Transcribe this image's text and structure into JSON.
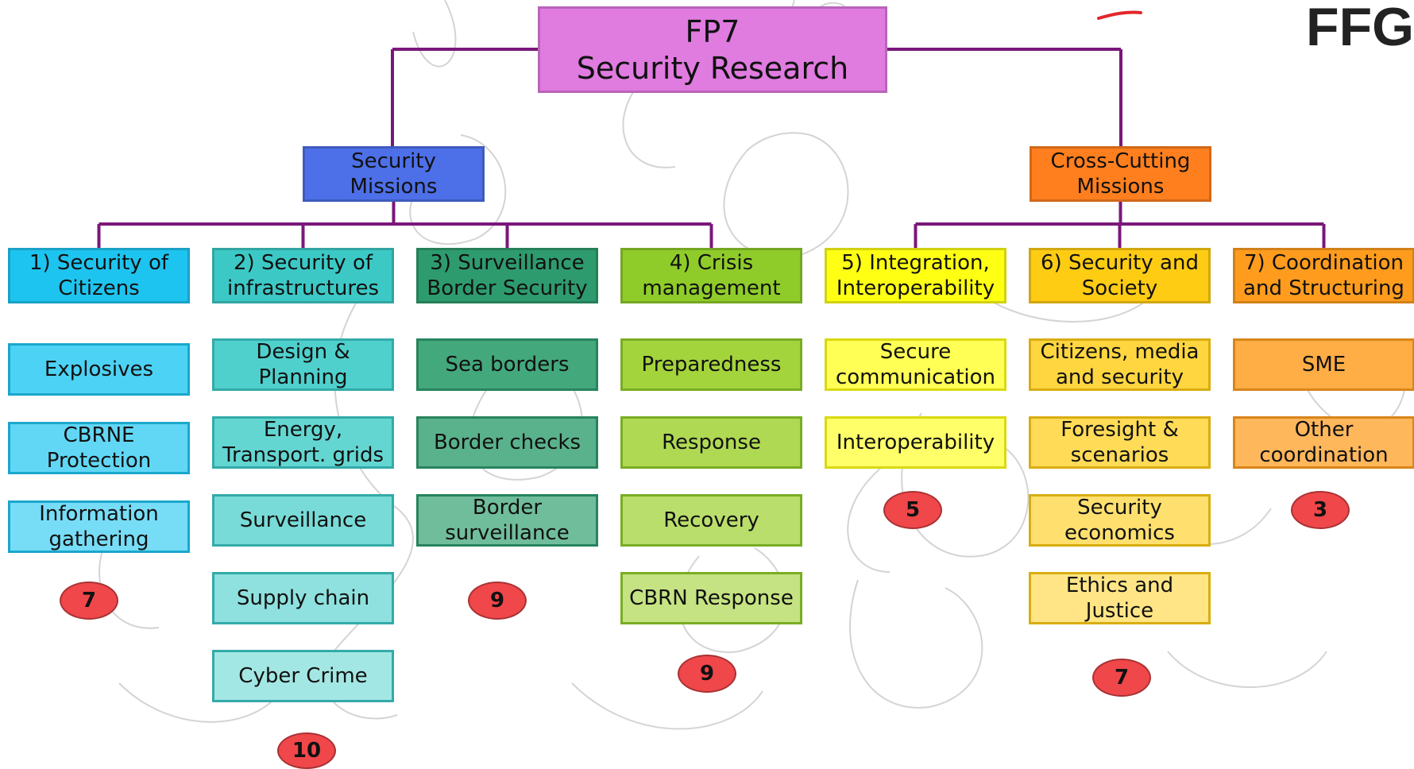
{
  "logo": {
    "text": "FFG",
    "swoosh_color": "#e3262d"
  },
  "root": {
    "label": "FP7\nSecurity Research",
    "color": "#e07be0"
  },
  "branches": {
    "security_missions": {
      "label": "Security\nMissions",
      "color": "#4d6fe8"
    },
    "cross_cutting": {
      "label": "Cross-Cutting\nMissions",
      "color": "#ff7f1e"
    }
  },
  "connector_color": "#7a177a",
  "columns": [
    {
      "heading": "1) Security of\nCitizens",
      "color": "#1ec4f0",
      "item_color": "#4cd2f4",
      "items": [
        "Explosives",
        "CBRNE\nProtection",
        "Information\ngathering"
      ],
      "count": "7"
    },
    {
      "heading": "2) Security of\ninfrastructures",
      "color": "#3cc9c6",
      "item_color": "#4fd0cc",
      "items": [
        "Design &\nPlanning",
        "Energy,\nTransport. grids",
        "Surveillance",
        "Supply chain",
        "Cyber Crime"
      ],
      "count": "10"
    },
    {
      "heading": "3) Surveillance\nBorder Security",
      "color": "#2e9b6e",
      "item_color": "#43a87c",
      "items": [
        "Sea borders",
        "Border checks",
        "Border\nsurveillance"
      ],
      "count": "9"
    },
    {
      "heading": "4) Crisis\nmanagement",
      "color": "#8fcc2a",
      "item_color": "#a4d43c",
      "items": [
        "Preparedness",
        "Response",
        "Recovery",
        "CBRN Response"
      ],
      "count": "9"
    },
    {
      "heading": "5) Integration,\nInteroperability",
      "color": "#ffff14",
      "item_color": "#ffff55",
      "items": [
        "Secure\ncommunication",
        "Interoperability"
      ],
      "count": "5"
    },
    {
      "heading": "6) Security and\nSociety",
      "color": "#ffcc14",
      "item_color": "#ffd640",
      "items": [
        "Citizens, media\nand security",
        "Foresight &\nscenarios",
        "Security\neconomics",
        "Ethics and\nJustice"
      ],
      "count": "7"
    },
    {
      "heading": "7) Coordination\nand Structuring",
      "color": "#ff9c1e",
      "item_color": "#ffad45",
      "items": [
        "SME",
        "Other\ncoordination"
      ],
      "count": "3"
    }
  ],
  "badge_color": "#f0474a"
}
